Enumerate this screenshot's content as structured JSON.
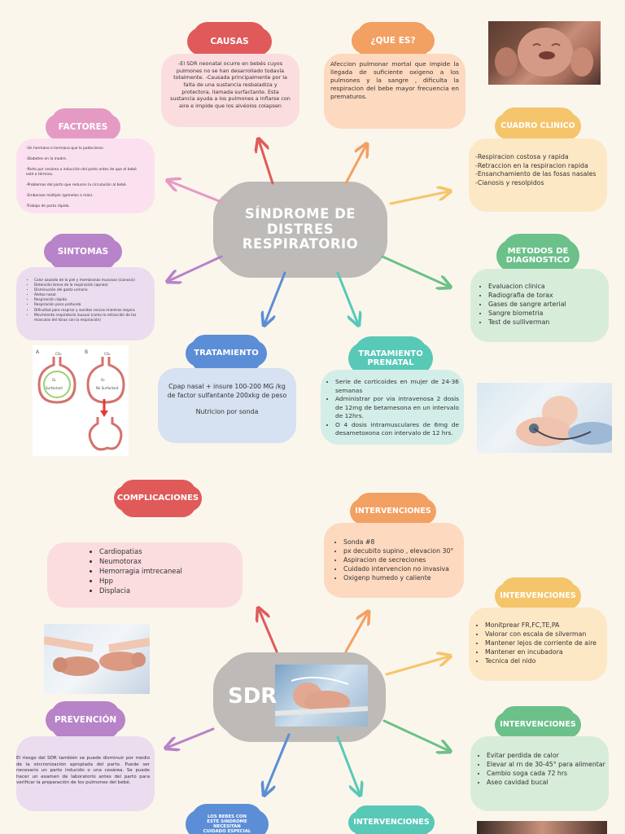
{
  "center1": {
    "title": "SÍNDROME DE DISTRES RESPIRATORIO"
  },
  "center2": {
    "title": "SDR"
  },
  "colors": {
    "red": "#e05a5a",
    "orange": "#f3a063",
    "pink": "#e59ac4",
    "purple": "#b783c9",
    "yellow": "#f4c56b",
    "green": "#6cc08a",
    "blue": "#5b8ed6",
    "teal": "#58c8b7",
    "grey": "#bdbab7"
  },
  "causas": {
    "label": "CAUSAS",
    "text": "-El SDR neonatal ocurre en bebés cuyos pulmones no se han desarrollado todavía totalmente. -Causada principalmente por la falta de una sustancia resbaladiza y protectora, llamada surfactante. Esta sustancia ayuda a los pulmones a inflarse con aire e impide que los alvéolos colapsen"
  },
  "quees": {
    "label": "¿QUE ES?",
    "text": "Afeccion pulmonar mortal que impide la llegada de suficiente oxigeno a los pulmones y la sangre , dificulta la respiracion del bebe mayor frecuencia en prematuros."
  },
  "factores": {
    "label": "FACTORES",
    "items": [
      "-Un hermano o hermana que lo padecieron.",
      "-Diabetes en la madre.",
      "-Parto por cesárea o inducción del parto antes de que el bebé esté a término.",
      "-Problemas del parto que reducen la circulación al bebé.",
      "-Embarazo múltiple (gemelos o más).",
      "-Trabajo de parto rápido."
    ]
  },
  "cuadro": {
    "label": "CUADRO CLINICO",
    "items": [
      "-Respiracion costosa y rapida",
      "-Retraccion en la respiracion rapida",
      "-Ensanchamiento de las fosas nasales",
      "-Cianosis y resolpidos"
    ]
  },
  "sintomas": {
    "label": "SINTOMAS",
    "items": [
      "Color azulado de la piel y membranas mucosas (cianosis)",
      "Detención breve de la respiración (apnea)",
      "Disminución del gasto urinario",
      "Aleteo nasal",
      "Respiración rápida",
      "Respiración poco profunda",
      "Dificultad para respirar y sonidos roncos mientras respira",
      "Movimiento respiratorio inusual (como la retracción de los músculos del tórax con la respiración)"
    ]
  },
  "metodos": {
    "label": "METODOS DE DIAGNOSTICO",
    "items": [
      "Evaluacion clinica",
      "Radiografia de torax",
      "Gases de sangre arterial",
      "Sangre biometria",
      "Test de sulliverman"
    ]
  },
  "tratamiento": {
    "label": "TRATAMIENTO",
    "text1": "Cpap nasal + insure 100-200 MG /kg de factor sulfantante 200xkg de peso",
    "text2": "Nutricion por sonda"
  },
  "prenatal": {
    "label": "TRATAMIENTO PRENATAL",
    "items": [
      "Serie de corticoides en mujer de 24-36 semanas",
      "Administrar por via intravenosa 2 dosis de 12mg de betamesona en un intervalo de 12hrs.",
      "O 4 dosis intramusculares de 6mg de desametoxona con intervalo de 12 hrs."
    ]
  },
  "alveolo": {
    "a": "A",
    "b": "B",
    "o2a": "O₂",
    "o2b": "O₂",
    "co2a": "CO₂",
    "co2b": "CO₂",
    "surf": "Surfactant",
    "nosurf": "No Surfactant"
  },
  "complicaciones": {
    "label": "COMPLICACIONES",
    "items": [
      "Cardiopatias",
      "Neumotorax",
      "Hemorragia imtrecaneal",
      "Hpp",
      "Displacia"
    ]
  },
  "interv1": {
    "label": "INTERVENCIONES",
    "items": [
      "Sonda #8",
      "px decubito supino , elevacion 30°",
      "Aspiracion de secreciones",
      "Cuidado intervencion no invasiva",
      "Oxigenp humedo y caliente"
    ]
  },
  "interv2": {
    "label": "INTERVENCIONES",
    "items": [
      "Monitprear FR,FC,TE,PA",
      "Valorar con escala de silverman",
      "Mantener lejos de corriente de aire",
      "Mantener en incubadora",
      "Tecnica del nido"
    ]
  },
  "interv3": {
    "label": "INTERVENCIONES",
    "items": [
      "Evitar perdida de calor",
      "Elevar al rn de 30-45° para alimentar",
      "Cambio soga cada 72 hrs",
      "Aseo cavidad bucal"
    ]
  },
  "interv4": {
    "label": "INTERVENCIONES"
  },
  "prevencion": {
    "label": "PREVENCIÓN",
    "text": "El riesgo del SDR también se puede disminuir por medio de la sincronización apropiada del parto. Puede ser necesario un parto inducido o una cesárea. Se puede hacer un examen de laboratorio antes del parto para verificar la preparación de los pulmones del bebé."
  },
  "cuidado": {
    "label": "LOS BEBES CON ESTE SINDROME NECESITAN CUIDADO ESPECIAL"
  }
}
